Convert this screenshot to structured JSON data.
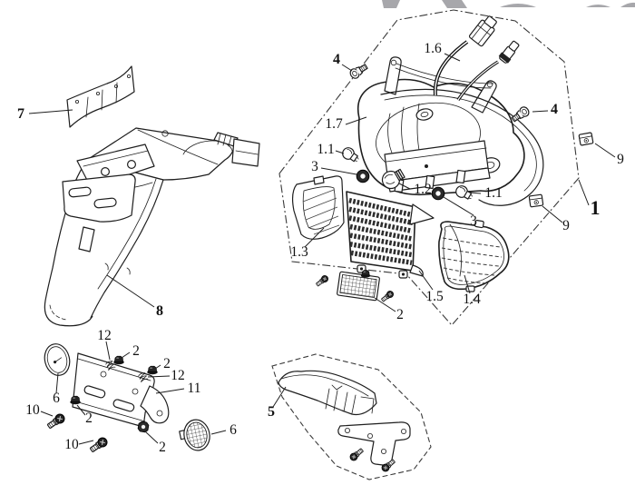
{
  "diagram": {
    "kind": "exploded-parts-line-diagram",
    "colors": {
      "background": "#ffffff",
      "line": "#1e1e1e",
      "dash_boundary": "#3a3a3a",
      "watermark": "#a7a7ab",
      "dark_fastener": "#222222"
    },
    "labels": [
      {
        "id": "callout-7",
        "text": "7"
      },
      {
        "id": "callout-8",
        "text": "8"
      },
      {
        "id": "callout-12a",
        "text": "12"
      },
      {
        "id": "callout-2a",
        "text": "2"
      },
      {
        "id": "callout-2b",
        "text": "2"
      },
      {
        "id": "callout-12b",
        "text": "12"
      },
      {
        "id": "callout-11",
        "text": "11"
      },
      {
        "id": "callout-6a",
        "text": "6"
      },
      {
        "id": "callout-10a",
        "text": "10"
      },
      {
        "id": "callout-2c",
        "text": "2"
      },
      {
        "id": "callout-10b",
        "text": "10"
      },
      {
        "id": "callout-2d",
        "text": "2"
      },
      {
        "id": "callout-6b",
        "text": "6"
      },
      {
        "id": "callout-5",
        "text": "5"
      },
      {
        "id": "callout-4a",
        "text": "4"
      },
      {
        "id": "callout-1-6",
        "text": "1.6"
      },
      {
        "id": "callout-4b",
        "text": "4"
      },
      {
        "id": "callout-1-7",
        "text": "1.7"
      },
      {
        "id": "callout-1-1a",
        "text": "1.1"
      },
      {
        "id": "callout-3a",
        "text": "3"
      },
      {
        "id": "callout-1-2",
        "text": "1.2"
      },
      {
        "id": "callout-1-1b",
        "text": "1.1"
      },
      {
        "id": "callout-3b",
        "text": "3"
      },
      {
        "id": "callout-1-3",
        "text": "1.3"
      },
      {
        "id": "callout-1-5",
        "text": "1.5"
      },
      {
        "id": "callout-1-4",
        "text": "1.4"
      },
      {
        "id": "callout-2e",
        "text": "2"
      },
      {
        "id": "callout-9a",
        "text": "9"
      },
      {
        "id": "callout-9b",
        "text": "9"
      },
      {
        "id": "callout-1",
        "text": "1"
      }
    ]
  }
}
